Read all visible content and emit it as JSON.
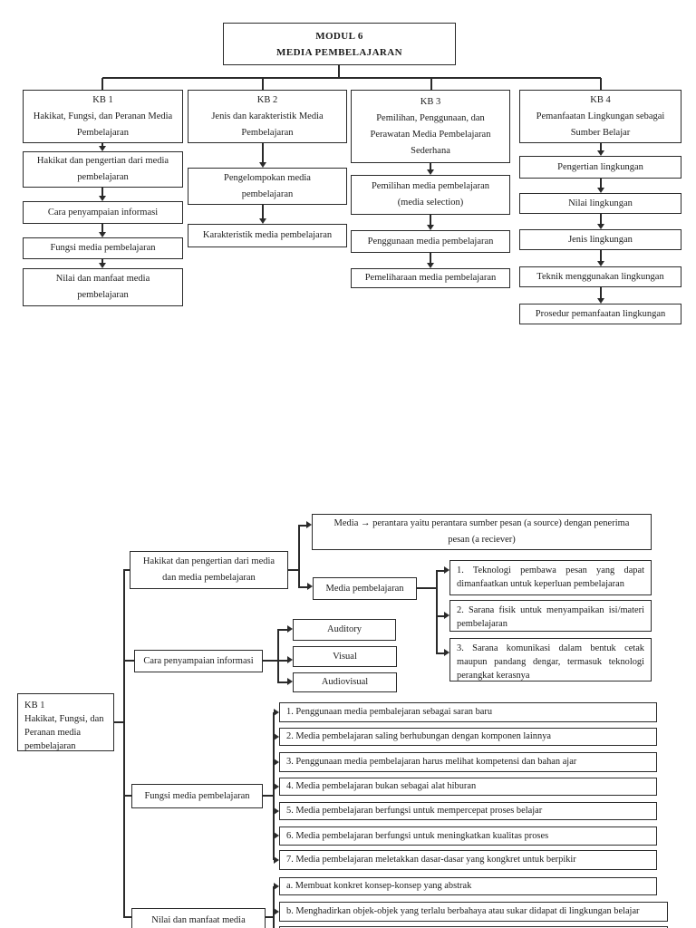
{
  "page": {
    "background": "#ffffff",
    "ink": "#2a2a2a"
  },
  "top_diagram": {
    "modul": "MODUL 6\nMEDIA PEMBELAJARAN",
    "columns": [
      {
        "header": "KB 1\nHakikat, Fungsi, dan Peranan Media\nPembelajaran",
        "items": [
          "Hakikat dan pengertian dari media\npembelajaran",
          "Cara penyampaian informasi",
          "Fungsi media pembelajaran",
          "Nilai dan manfaat media\npembelajaran"
        ]
      },
      {
        "header": "KB 2\nJenis dan karakteristik Media\nPembelajaran",
        "items": [
          "Pengelompokan media\npembelajaran",
          "Karakteristik media pembelajaran"
        ]
      },
      {
        "header": "KB 3\nPemilihan, Penggunaan, dan\nPerawatan Media Pembelajaran\nSederhana",
        "items": [
          "Pemilihan media pembelajaran\n(media selection)",
          "Penggunaan media pembelajaran",
          "Pemeliharaan media pembelajaran"
        ]
      },
      {
        "header": "KB 4\nPemanfaatan Lingkungan sebagai\nSumber Belajar",
        "items": [
          "Pengertian lingkungan",
          "Nilai lingkungan",
          "Jenis lingkungan",
          "Teknik menggunakan lingkungan",
          "Prosedur pemanfaatan lingkungan"
        ]
      }
    ]
  },
  "bottom_diagram": {
    "root": "KB 1\nHakikat, Fungsi, dan\nPeranan media\npembelajaran",
    "hakikat": {
      "label": "Hakikat dan pengertian dari media\ndan media pembelajaran",
      "media_definition": "Media → perantara yaitu perantara sumber pesan (a source) dengan penerima\npesan (a reciever)",
      "media_label": "Media pembelajaran",
      "media_items": [
        "1. Teknologi pembawa pesan yang dapat dimanfaatkan untuk keperluan pembelajaran",
        "2. Sarana fisik untuk menyampaikan isi/materi pembelajaran",
        "3. Sarana komunikasi dalam bentuk cetak maupun pandang dengar, termasuk teknologi perangkat kerasnya"
      ]
    },
    "cara": {
      "label": "Cara penyampaian informasi",
      "items": [
        "Auditory",
        "Visual",
        "Audiovisual"
      ]
    },
    "fungsi": {
      "label": "Fungsi media pembelajaran",
      "items": [
        "1. Penggunaan media pembalejaran sebagai saran baru",
        "2. Media pembelajaran saling berhubungan dengan komponen lainnya",
        "3. Penggunaan media pembelajaran harus melihat kompetensi dan bahan ajar",
        "4. Media pembelajaran bukan sebagai alat hiburan",
        "5. Media pembelajaran berfungsi untuk mempercepat proses belajar",
        "6. Media pembelajaran berfungsi untuk meningkatkan kualitas proses",
        "7. Media pembelajaran meletakkan dasar-dasar yang kongkret untuk berpikir"
      ]
    },
    "nilai": {
      "label": "Nilai dan manfaat media",
      "items": [
        "a. Membuat konkret konsep-konsep yang abstrak",
        "b. Menghadirkan objek-objek yang terlalu berbahaya atau sukar didapat di lingkungan belajar"
      ]
    }
  }
}
